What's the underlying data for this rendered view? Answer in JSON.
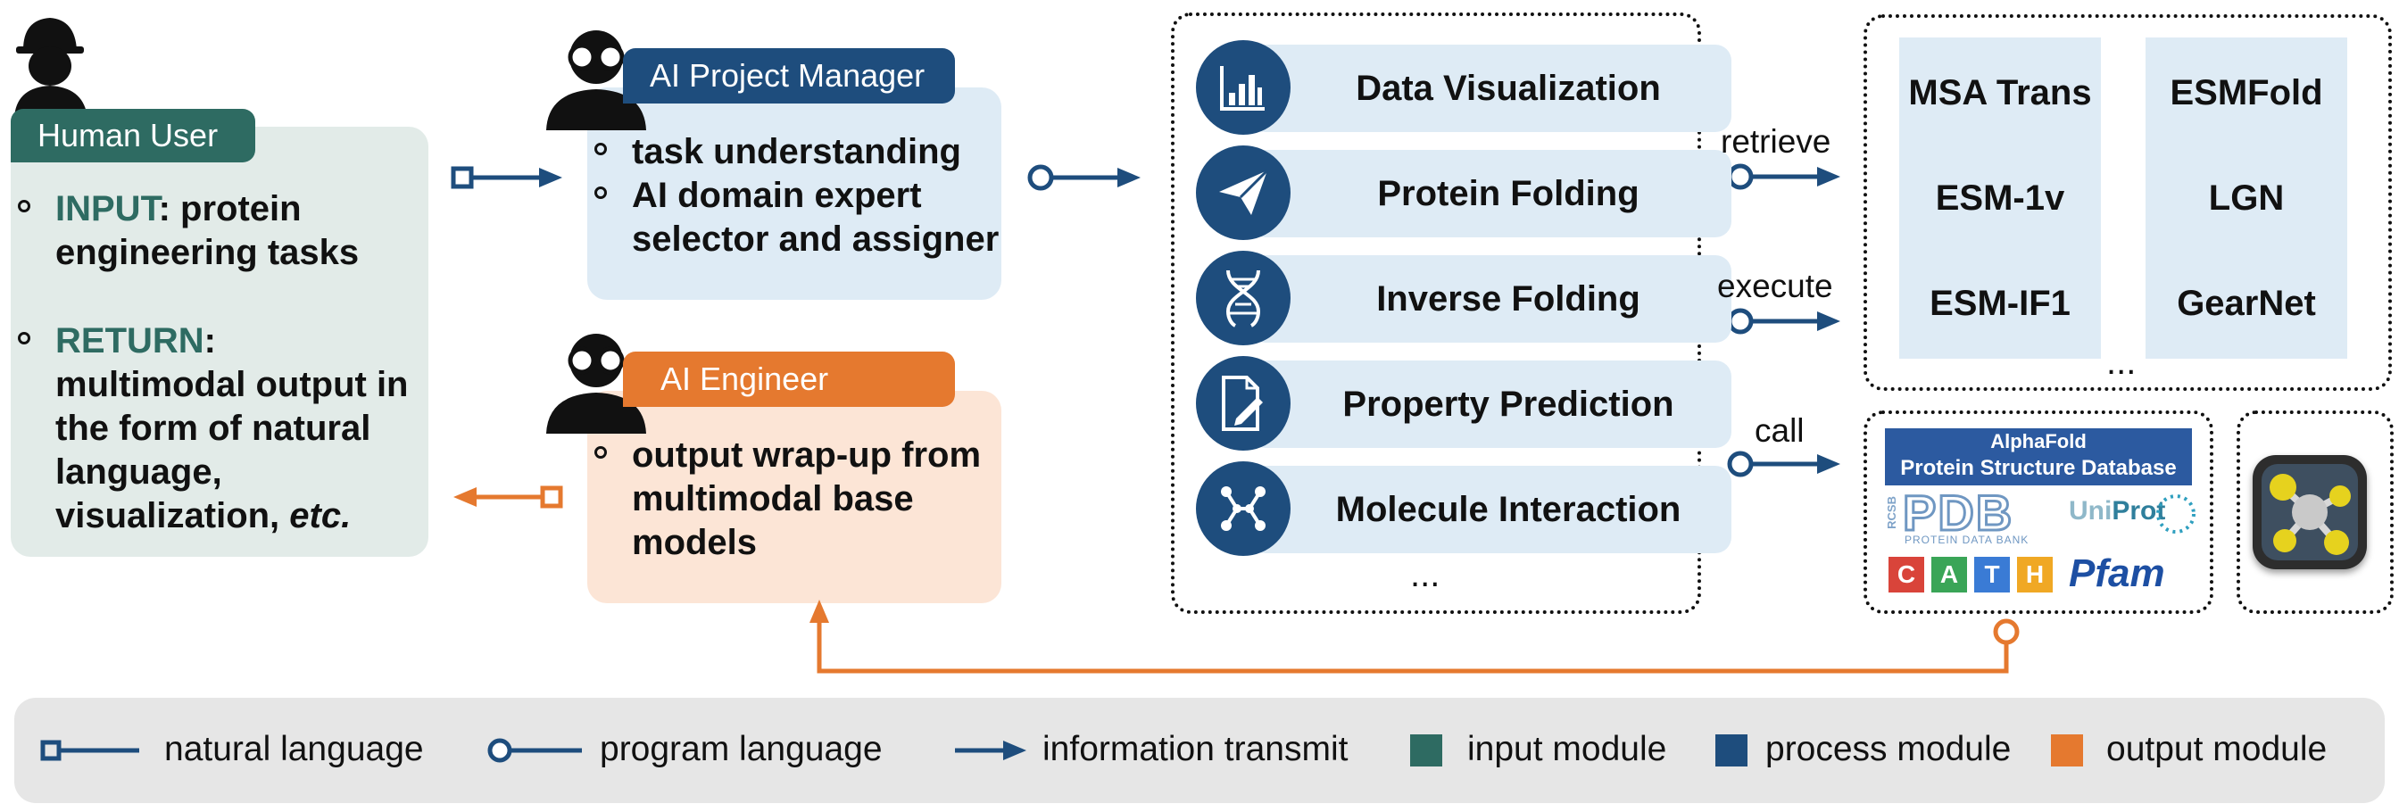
{
  "human_user": {
    "label": "Human User",
    "input_key": "INPUT",
    "input_text": ": protein engineering tasks",
    "return_key": "RETURN",
    "return_text": ": multimodal output in the form of natural language, visualization, ",
    "return_etc": "etc."
  },
  "project_manager": {
    "label": "AI Project Manager",
    "items": [
      "task understanding",
      "AI domain expert selector and assigner"
    ]
  },
  "engineer": {
    "label": "AI Engineer",
    "items": [
      "output wrap-up from multimodal base models"
    ]
  },
  "tools": {
    "items": [
      {
        "label": "Data Visualization",
        "icon": "bar-chart-icon"
      },
      {
        "label": "Protein Folding",
        "icon": "paper-plane-icon"
      },
      {
        "label": "Inverse Folding",
        "icon": "dna-icon"
      },
      {
        "label": "Property Prediction",
        "icon": "document-pen-icon"
      },
      {
        "label": "Molecule Interaction",
        "icon": "molecule-graph-icon"
      }
    ],
    "more": "..."
  },
  "actions": {
    "retrieve": "retrieve",
    "execute": "execute",
    "call": "call"
  },
  "models": {
    "items": [
      "MSA Trans",
      "ESMFold",
      "ESM-1v",
      "LGN",
      "ESM-IF1",
      "GearNet"
    ],
    "more": "..."
  },
  "databases": {
    "alphafold_line1": "AlphaFold",
    "alphafold_line2": "Protein Structure Database",
    "pdb": "PDB",
    "pdb_sub": "PROTEIN DATA BANK",
    "rcsb": "RCSB",
    "uniprot_a": "Uni",
    "uniprot_b": "Prot",
    "cath": [
      "C",
      "A",
      "T",
      "H"
    ],
    "pfam": "Pfam"
  },
  "legend": {
    "natural_language": "natural language",
    "program_language": "program language",
    "information_transmit": "information transmit",
    "input_module": "input module",
    "process_module": "process module",
    "output_module": "output module"
  },
  "colors": {
    "input": "#2e6b62",
    "process": "#1e4d7d",
    "output": "#e5792f",
    "tool_fill": "#deebf5",
    "engineer_fill": "#fce5d6",
    "human_fill": "#e2ebe8"
  }
}
